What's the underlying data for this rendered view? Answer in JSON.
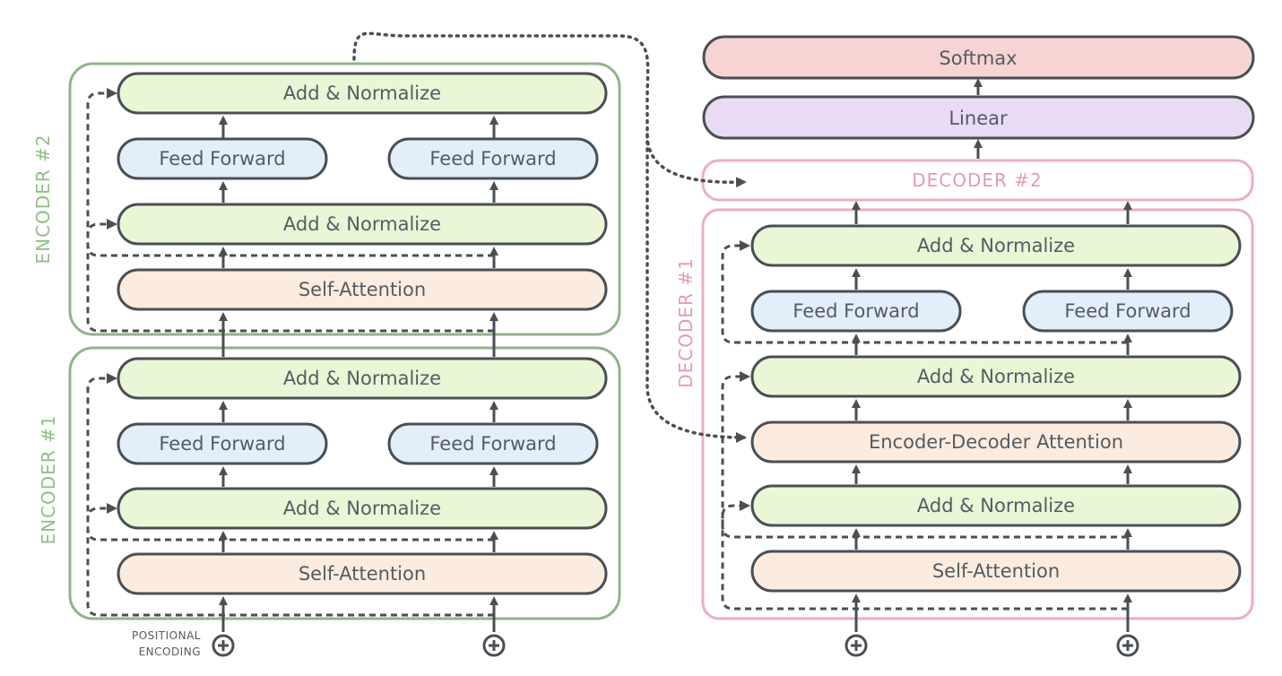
{
  "labels": {
    "add_norm": "Add & Normalize",
    "feed_forward": "Feed Forward",
    "self_attention": "Self-Attention",
    "enc_dec_attention": "Encoder-Decoder Attention",
    "softmax": "Softmax",
    "linear": "Linear",
    "encoder1": "ENCODER #1",
    "encoder2": "ENCODER #2",
    "decoder1": "DECODER #1",
    "decoder2": "DECODER #2",
    "positional_line1": "POSITIONAL",
    "positional_line2": "ENCODING"
  },
  "colors": {
    "encoder_frame": "#8fb48a",
    "decoder_frame": "#ecadc9",
    "encoder_label": "#8fbf84",
    "decoder_label": "#e29ab9",
    "add_norm_fill": "#eaf7d7",
    "feed_forward_fill": "#e3eefb",
    "attention_fill": "#fcecdf",
    "softmax_fill": "#f6d4d3",
    "linear_fill": "#eadbf4",
    "block_stroke": "#4a4f54",
    "arrow": "#4a4f54"
  },
  "icons": [
    "plus-circle-icon",
    "arrow-up-icon",
    "dashed-residual-connector",
    "dotted-encoder-output-connector"
  ]
}
